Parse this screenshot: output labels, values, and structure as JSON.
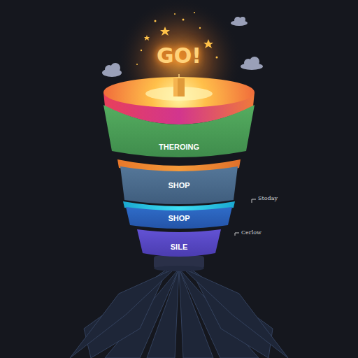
{
  "diagram": {
    "nodes": [
      {
        "text": [
          "THEROING"
        ]
      },
      {
        "text": [
          "SHOP"
        ]
      },
      {
        "text": [
          "SHOP"
        ]
      },
      {
        "text": [
          "SILE"
        ]
      }
    ],
    "labels": [
      "GO!",
      "Stoday",
      "Cerlow"
    ]
  }
}
